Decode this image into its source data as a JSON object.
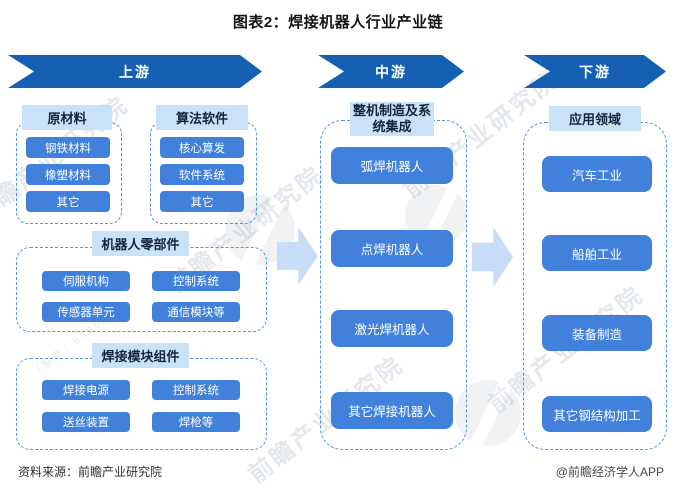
{
  "title": "图表2：焊接机器人行业产业链",
  "stages": [
    "上游",
    "中游",
    "下游"
  ],
  "upstream": {
    "groups": [
      {
        "title": "原材料",
        "items": [
          "钢铁材料",
          "橡塑材料",
          "其它"
        ]
      },
      {
        "title": "算法软件",
        "items": [
          "核心算发",
          "软件系统",
          "其它"
        ]
      },
      {
        "title": "机器人零部件",
        "items": [
          "伺服机构",
          "控制系统",
          "传感器单元",
          "通信模块等"
        ]
      },
      {
        "title": "焊接模块组件",
        "items": [
          "焊接电源",
          "控制系统",
          "送丝装置",
          "焊枪等"
        ]
      }
    ]
  },
  "midstream": {
    "title": "整机制造及系统集成",
    "items": [
      "弧焊机器人",
      "点焊机器人",
      "激光焊机器人",
      "其它焊接机器人"
    ]
  },
  "downstream": {
    "title": "应用领域",
    "items": [
      "汽车工业",
      "船舶工业",
      "装备制造",
      "其它钢结构加工"
    ]
  },
  "footer": {
    "source": "资料来源：前瞻产业研究院",
    "credit": "@前瞻经济学人APP"
  },
  "watermark": {
    "text": "前瞻产业研究院",
    "subtext": "（股票：839599）"
  },
  "colors": {
    "banner_blue": "#1560b2",
    "item_blue": "#4181dc",
    "header_light_blue": "#c9e2f8",
    "dashed_border_blue": "#4d94e8",
    "flow_arrow_light_blue": "#c6dcf7"
  }
}
